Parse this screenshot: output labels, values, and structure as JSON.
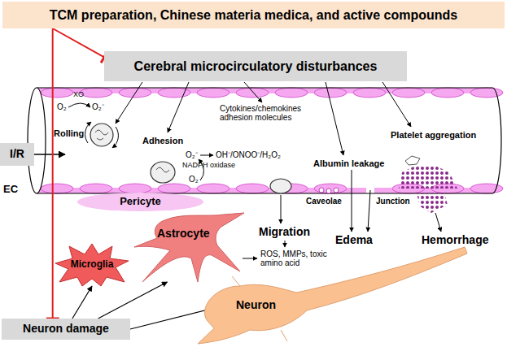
{
  "diagram": {
    "nodes": [
      {
        "text": [
          "TCM preparation, Chinese materia medica, and active compounds"
        ]
      },
      {
        "text": [
          "Cerebral microcirculatory disturbances"
        ]
      },
      {
        "text": [
          "I/R"
        ]
      },
      {
        "text": [
          "Pericyte"
        ]
      },
      {
        "text": [
          "Microglia"
        ]
      },
      {
        "text": [
          "Astrocyte"
        ]
      },
      {
        "text": [
          "Neuron damage"
        ]
      },
      {
        "text": [
          "Neuron"
        ]
      }
    ],
    "edges": [
      {
        "from": 0,
        "to": 1,
        "arrow": "to"
      },
      {
        "from": 0,
        "to": 6,
        "arrow": "to"
      },
      {
        "from": 6,
        "to": 4,
        "arrow": "to"
      },
      {
        "from": 6,
        "to": 5,
        "arrow": "to"
      },
      {
        "from": 6,
        "to": 7,
        "arrow": "to"
      }
    ],
    "labels": [
      "O₂",
      "XO",
      "O₂⁻",
      "Rolling",
      "Adhesion",
      "O₂⁻",
      "OH⁻/ONOO⁻/H₂O₂",
      "NADPH oxidase",
      "O₂",
      "Cytokines/chemokines adhesion molecules",
      "Albumin leakage",
      "Platelet aggregation",
      "EC",
      "Caveolae",
      "Junction",
      "Migration",
      "Edema",
      "Hemorrhage",
      "ROS, MMPs, toxic amino acid"
    ]
  }
}
